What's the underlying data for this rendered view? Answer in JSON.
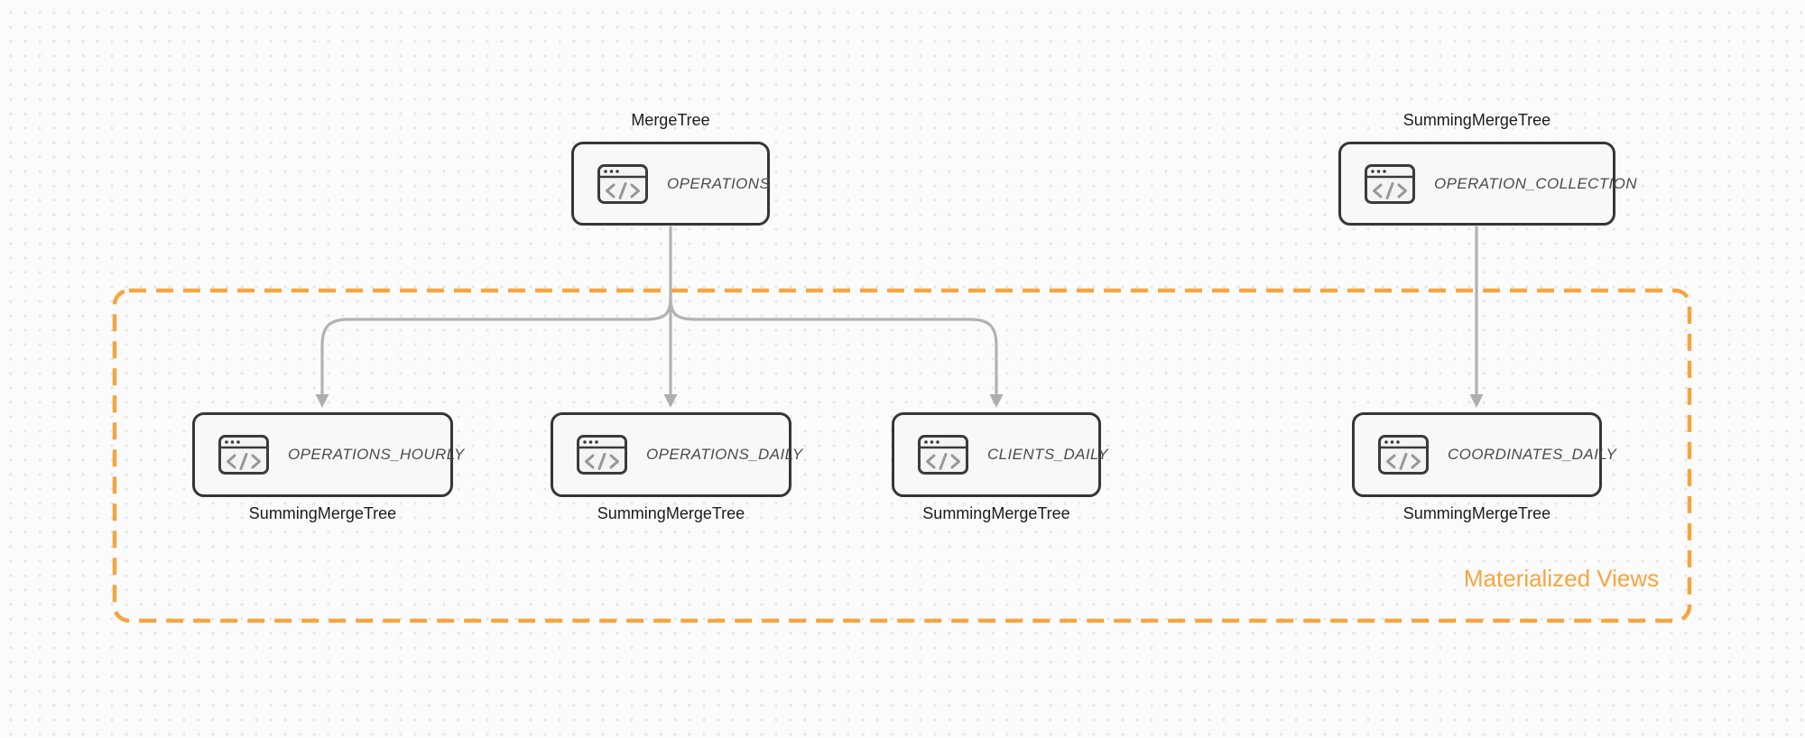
{
  "diagram": {
    "accent_color": "#F6A53E",
    "arrow_color": "#b2b2b2",
    "node_border_color": "#363636",
    "sources": [
      {
        "engine": "MergeTree",
        "table": "OPERATIONS",
        "icon": "code-window-icon"
      },
      {
        "engine": "SummingMergeTree",
        "table": "OPERATION_COLLECTION",
        "icon": "code-window-icon"
      }
    ],
    "group": {
      "label": "Materialized Views",
      "views": [
        {
          "table": "OPERATIONS_HOURLY",
          "engine": "SummingMergeTree",
          "icon": "code-window-icon"
        },
        {
          "table": "OPERATIONS_DAILY",
          "engine": "SummingMergeTree",
          "icon": "code-window-icon"
        },
        {
          "table": "CLIENTS_DAILY",
          "engine": "SummingMergeTree",
          "icon": "code-window-icon"
        },
        {
          "table": "COORDINATES_DAILY",
          "engine": "SummingMergeTree",
          "icon": "code-window-icon"
        }
      ]
    }
  }
}
